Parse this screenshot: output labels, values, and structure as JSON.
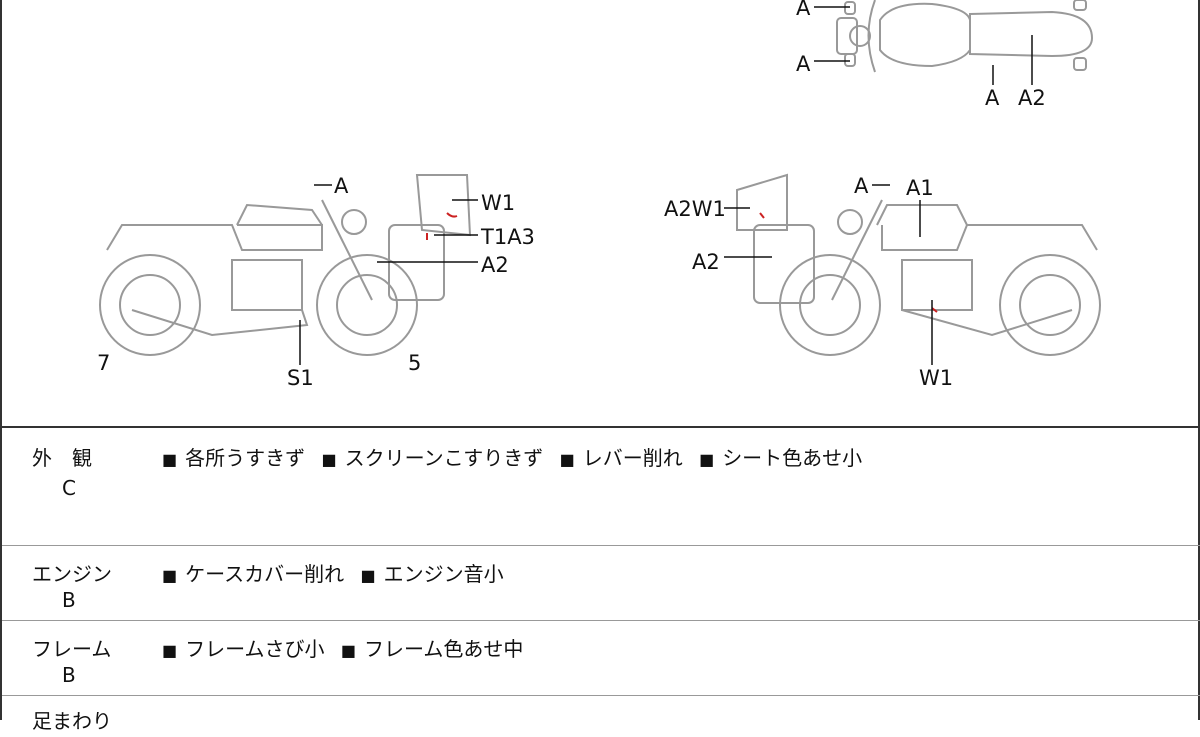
{
  "diagram": {
    "top_view": {
      "labels": [
        "A",
        "A",
        "A",
        "A2"
      ]
    },
    "left_view": {
      "labels": [
        "A",
        "W1",
        "T1A3",
        "A2",
        "S1",
        "7",
        "5"
      ]
    },
    "right_view": {
      "labels": [
        "A",
        "A1",
        "A2W1",
        "A2",
        "W1"
      ]
    }
  },
  "sections": [
    {
      "category": "外　観",
      "grade": "C",
      "items": [
        "各所うすきず",
        "スクリーンこすりきず",
        "レバー削れ",
        "シート色あせ小"
      ]
    },
    {
      "category": "エンジン",
      "grade": "B",
      "items": [
        "ケースカバー削れ",
        "エンジン音小"
      ]
    },
    {
      "category": "フレーム",
      "grade": "B",
      "items": [
        "フレームさび小",
        "フレーム色あせ中"
      ]
    },
    {
      "category": "足まわり",
      "grade": "",
      "items": []
    }
  ],
  "bullet": "■"
}
